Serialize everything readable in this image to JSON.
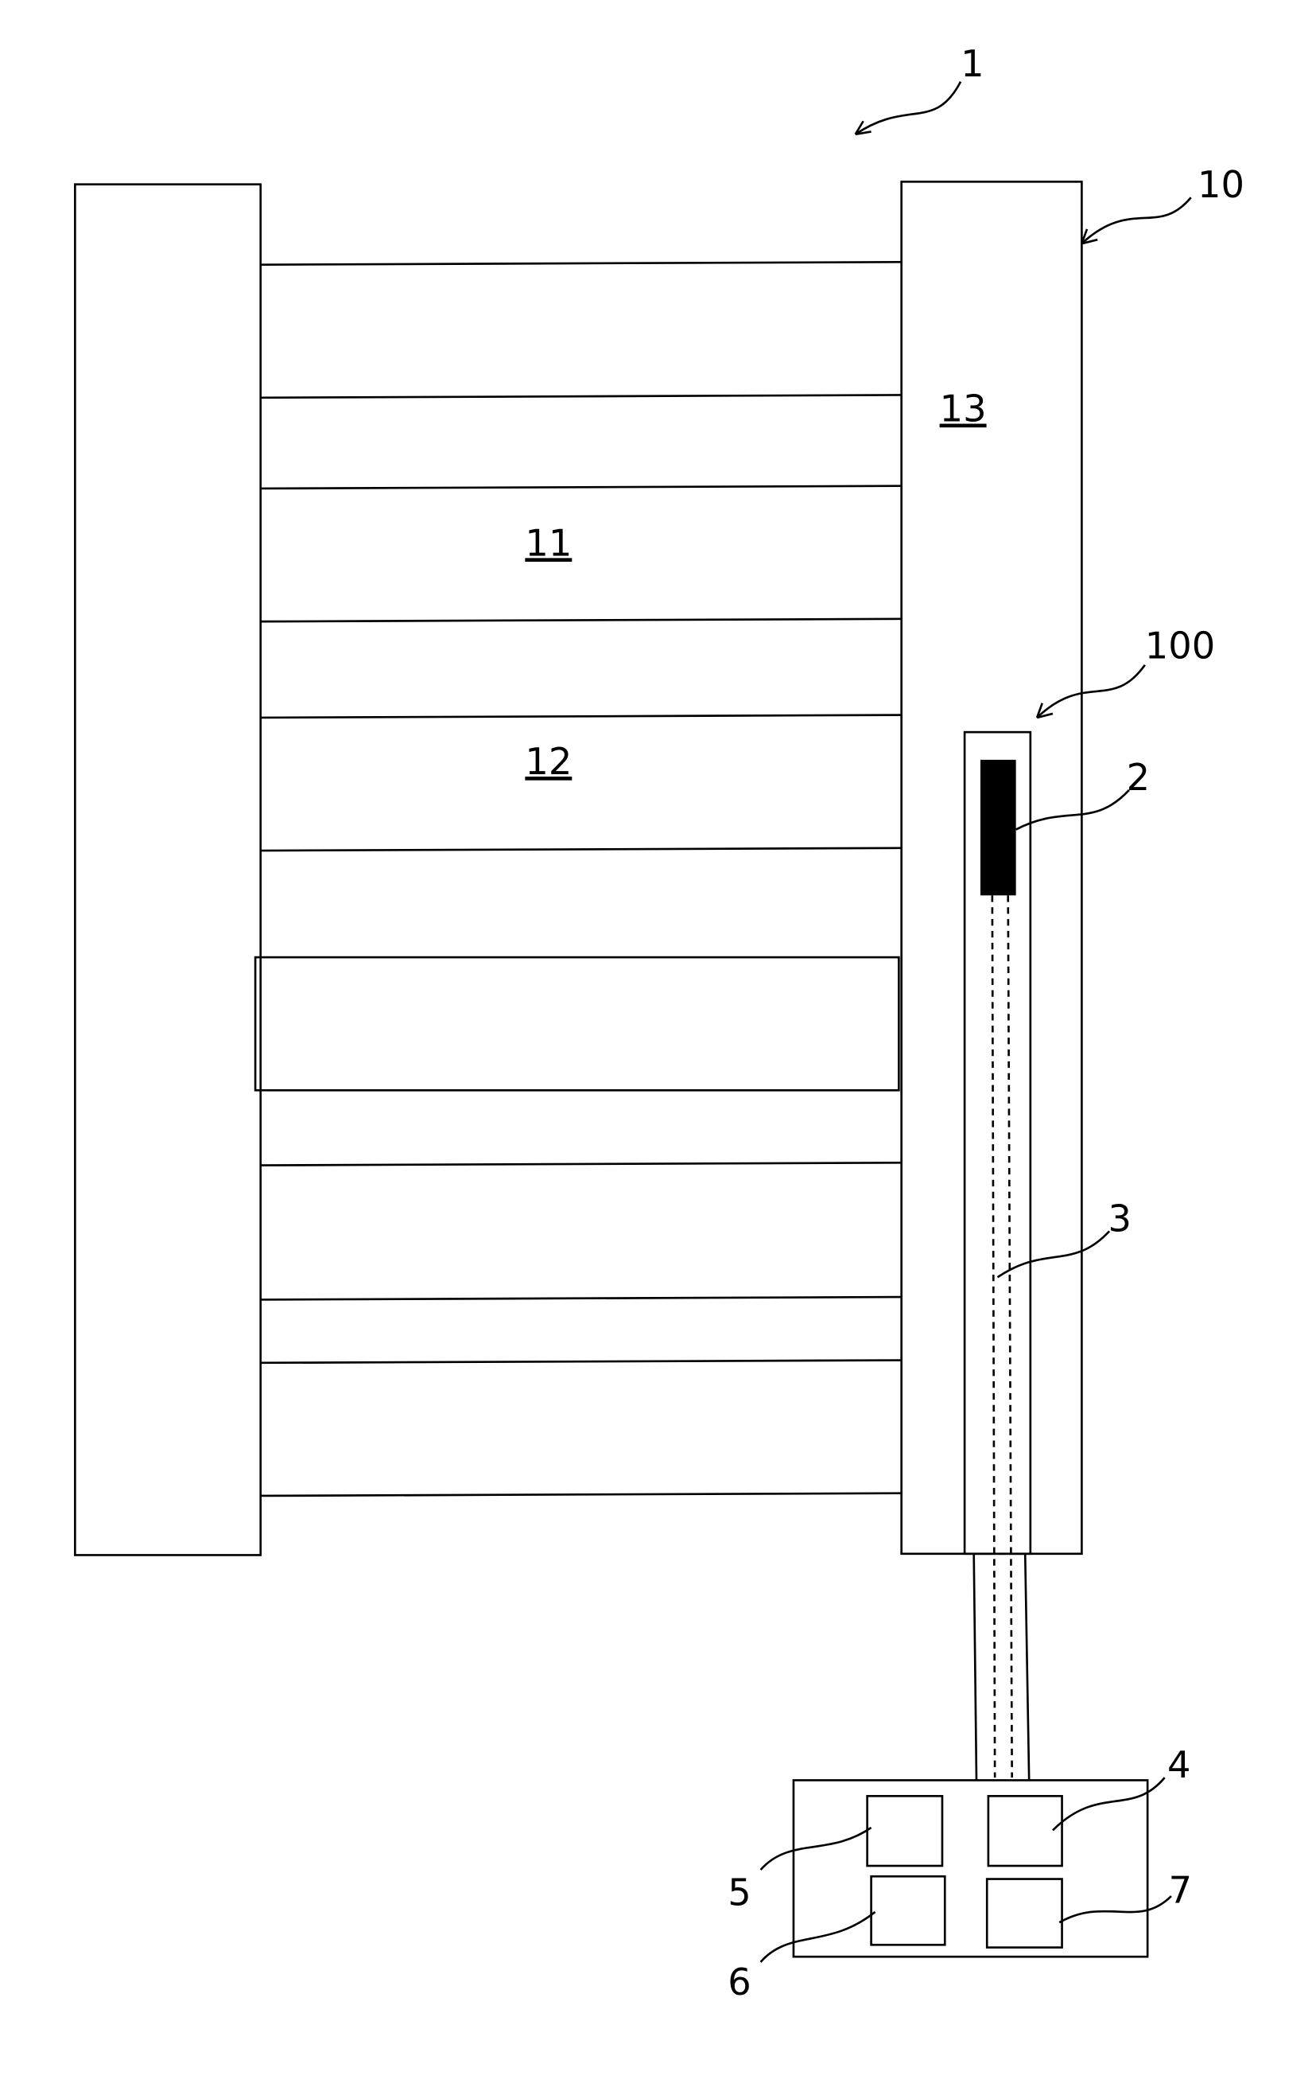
{
  "figure": {
    "labels": {
      "device": "1",
      "mold_plate": "10",
      "region_11": "11",
      "region_12": "12",
      "region_13": "13",
      "sensor_assembly": "100",
      "sensor_element": "2",
      "cable": "3",
      "unit": "4",
      "module_5": "5",
      "module_6": "6",
      "module_7": "7"
    },
    "colors": {
      "line": "#000000",
      "background": "#ffffff",
      "sensor_fill": "#000000"
    }
  }
}
